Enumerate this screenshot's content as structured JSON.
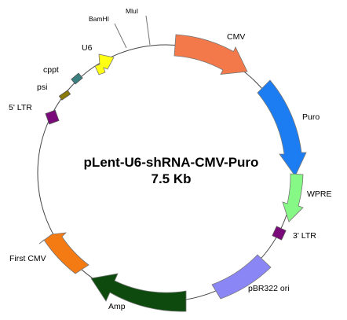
{
  "plasmid": {
    "name": "pLent-U6-shRNA-CMV-Puro",
    "size": "7.5 Kb"
  },
  "features": [
    {
      "id": "cmv",
      "label": "CMV",
      "kind": "arrow",
      "color": "#f4794a"
    },
    {
      "id": "puro",
      "label": "Puro",
      "kind": "arrow",
      "color": "#1c7cf2"
    },
    {
      "id": "wpre",
      "label": "WPRE",
      "kind": "arrow",
      "color": "#86f886"
    },
    {
      "id": "ltr3",
      "label": "3' LTR",
      "kind": "box",
      "color": "#7a0a7a"
    },
    {
      "id": "pbr322",
      "label": "pBR322 ori",
      "kind": "block",
      "color": "#8a86f6"
    },
    {
      "id": "amp",
      "label": "Amp",
      "kind": "arrow",
      "color": "#0e4a0e"
    },
    {
      "id": "firstcmv",
      "label": "First CMV",
      "kind": "arrow",
      "color": "#f47a14"
    },
    {
      "id": "ltr5",
      "label": "5' LTR",
      "kind": "box",
      "color": "#7a0a7a"
    },
    {
      "id": "psi",
      "label": "psi",
      "kind": "box",
      "color": "#8a7a0a"
    },
    {
      "id": "cppt",
      "label": "cppt",
      "kind": "box",
      "color": "#3a8080"
    },
    {
      "id": "u6",
      "label": "U6",
      "kind": "arrow",
      "color": "#ffff14"
    }
  ],
  "sites": [
    {
      "id": "bamhi",
      "label": "BamHI"
    },
    {
      "id": "mlui",
      "label": "MluI"
    }
  ]
}
